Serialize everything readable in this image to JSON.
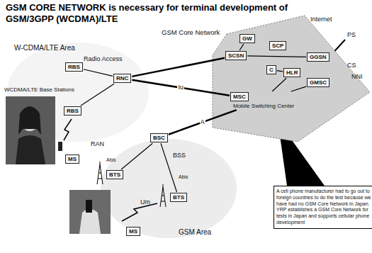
{
  "diagram": {
    "title": "GSM CORE NETWORK is necessary for terminal development of GSM/3GPP (WCDMA)/LTE",
    "nodes": [
      {
        "text": [
          "GSM Core Network"
        ]
      },
      {
        "text": [
          "GW"
        ],
        "in": 0
      },
      {
        "text": [
          "SCP"
        ],
        "in": 0
      },
      {
        "text": [
          "GGSN"
        ],
        "in": 0
      },
      {
        "text": [
          "SCSN"
        ],
        "in": 0
      },
      {
        "text": [
          "C"
        ],
        "in": 0
      },
      {
        "text": [
          "HLR"
        ],
        "in": 0
      },
      {
        "text": [
          "GMSC"
        ],
        "in": 0
      },
      {
        "text": [
          "MSC",
          "Mobile Switching Center"
        ],
        "in": 0
      },
      {
        "text": [
          "RBS"
        ]
      },
      {
        "text": [
          "RNC"
        ]
      },
      {
        "text": [
          "RBS"
        ]
      },
      {
        "text": [
          "MS"
        ]
      },
      {
        "text": [
          "BSC"
        ]
      },
      {
        "text": [
          "BTS"
        ]
      },
      {
        "text": [
          "BTS"
        ]
      },
      {
        "text": [
          "MS"
        ]
      },
      {
        "text": [
          "A cell phone manufacturer had to go out to foreign countries to do the test because we have had no GSM Core Network in Japan. YRP establishes a GSM Core Network for tests in Japan and supports cellular phone development"
        ]
      }
    ],
    "edges": [
      {
        "from": 1,
        "to": 4,
        "arrow": "none"
      },
      {
        "from": 3,
        "to": 4,
        "arrow": "none"
      },
      {
        "from": 6,
        "to": 8,
        "arrow": "none"
      },
      {
        "from": 7,
        "to": 8,
        "arrow": "none"
      },
      {
        "from": 9,
        "to": 10,
        "arrow": "none"
      },
      {
        "from": 11,
        "to": 10,
        "arrow": "none"
      },
      {
        "from": 10,
        "to": 4,
        "arrow": "none"
      },
      {
        "from": 10,
        "to": 8,
        "label": "Iu",
        "arrow": "none"
      },
      {
        "from": 13,
        "to": 8,
        "label": "A",
        "arrow": "none"
      },
      {
        "from": 14,
        "to": 13,
        "arrow": "none"
      },
      {
        "from": 15,
        "to": 13,
        "arrow": "none"
      },
      {
        "from": 5,
        "to": 6,
        "arrow": "none"
      }
    ],
    "labels": [
      "Internet",
      "PS",
      "CS",
      "NNI",
      "W-CDMA/LTE Area",
      "Radio Access",
      "WCDMA/LTE Base Stations",
      "RAN",
      "BSS",
      "Um",
      "GSM Area",
      "Abis",
      "Abis"
    ]
  }
}
